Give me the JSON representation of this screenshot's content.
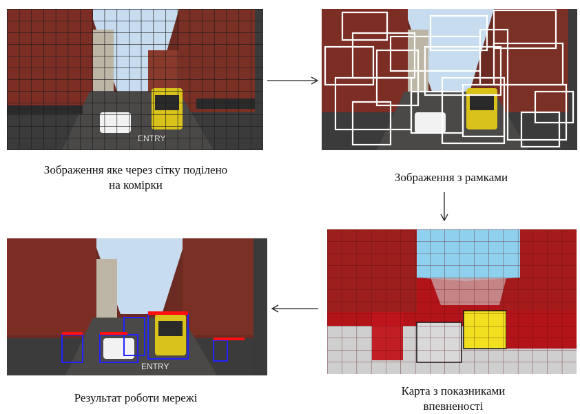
{
  "captions": {
    "grid_image": "Зображення яке через сітку поділено на комірки",
    "boxes_image": "Зображення з рамками",
    "confidence_map": "Карта з показниками впевненості",
    "network_result": "Результат роботи мережі"
  },
  "scene_signs": {
    "road_marking": "ENTRY"
  },
  "colors": {
    "brick": "#7a2a22",
    "sky": "#b9d3ec",
    "road": "#3b3a3a",
    "bus_yellow": "#d9c21a",
    "confidence_red": "#c0141b",
    "confidence_sky": "#8fd0ef",
    "confidence_yellow": "#f0e020",
    "confidence_gray": "#cfcfcf",
    "detection_blue": "#2222ff",
    "detection_red": "#ff1010"
  }
}
